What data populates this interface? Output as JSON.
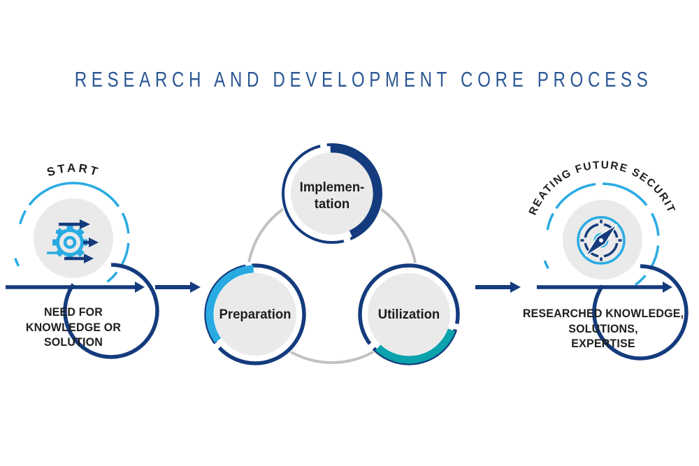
{
  "title": "RESEARCH AND DEVELOPMENT CORE PROCESS",
  "flow": {
    "start": {
      "curved_label": "START",
      "caption_lines": [
        "NEED FOR",
        "KNOWLEDGE OR",
        "SOLUTION"
      ],
      "icon": "gear-with-arrows-icon"
    },
    "process": {
      "steps": [
        {
          "label_lines": [
            "Implemen-",
            "tation"
          ],
          "accent_color": "#143b7d"
        },
        {
          "label": "Preparation",
          "accent_color": "#29abe2"
        },
        {
          "label": "Utilization",
          "accent_color": "#0aa2ac"
        }
      ]
    },
    "end": {
      "curved_label": "CREATING FUTURE SECURITY",
      "caption_lines": [
        "RESEARCHED KNOWLEDGE,",
        "SOLUTIONS,",
        "EXPERTISE"
      ],
      "icon": "compass-icon"
    }
  },
  "colors": {
    "navy": "#143b7d",
    "light_blue": "#29abe2",
    "teal": "#0aa2ac",
    "title_blue": "#2b5795",
    "circle_fill": "#eaeaea",
    "connector_gray": "#c2c2c2",
    "text_black": "#1d1d1b"
  }
}
